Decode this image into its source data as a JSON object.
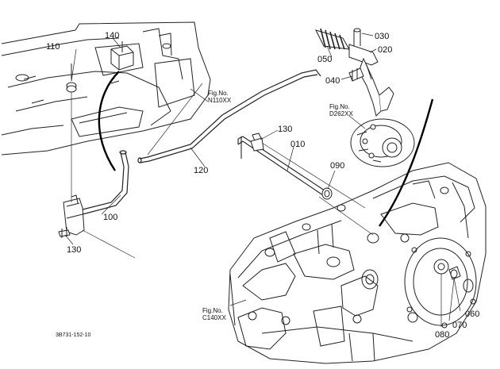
{
  "callouts": {
    "c010": "010",
    "c020": "020",
    "c030": "030",
    "c040": "040",
    "c050": "050",
    "c060": "060",
    "c070": "070",
    "c080": "080",
    "c090": "090",
    "c100": "100",
    "c110": "110",
    "c120": "120",
    "c130_top": "130",
    "c130_left": "130",
    "c140": "140"
  },
  "figure_refs": {
    "n110": {
      "line1": "Fig.No.",
      "line2": "N110XX"
    },
    "d262": {
      "line1": "Fig.No.",
      "line2": "D262XX"
    },
    "c140": {
      "line1": "Fig.No.",
      "line2": "C140XX"
    }
  },
  "document_id": "3B731-152-10"
}
